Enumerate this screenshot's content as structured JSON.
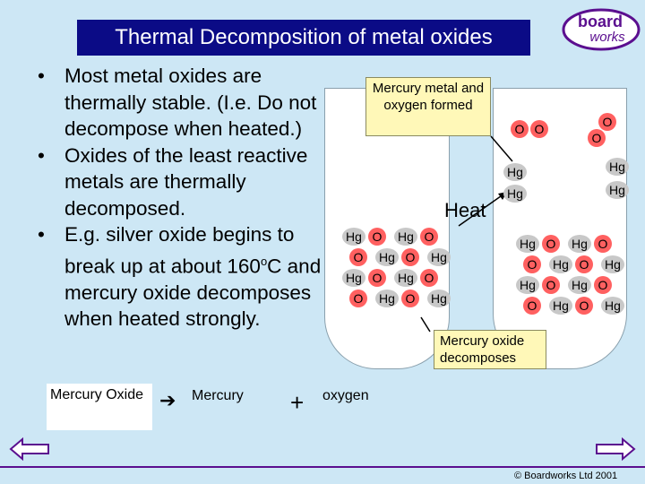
{
  "slide": {
    "title": "Thermal Decomposition of metal oxides",
    "logo": {
      "line1": "board",
      "line2": "works",
      "icon": "boardworks-logo"
    },
    "bullets": {
      "b1": "Most metal oxides are thermally stable. (I.e. Do not decompose when heated.)",
      "b2": "Oxides of the least reactive metals are thermally decomposed.",
      "b3_pre": "E.g. silver oxide begins to break up at about 160",
      "b3_sup": "o",
      "b3_post": "C and mercury oxide decomposes when heated strongly."
    },
    "equation": {
      "reactant": "Mercury Oxide",
      "arrow_icon": "right-arrow-icon",
      "product1": "Mercury",
      "plus": "+",
      "product2": "oxygen"
    },
    "diagram": {
      "callout_top": "Mercury metal and oxygen formed",
      "heat": "Heat",
      "callout_bottom": "Mercury oxide decomposes",
      "hg_label": "Hg",
      "o_label": "O"
    },
    "nav": {
      "back_icon": "back-arrow-icon",
      "forward_icon": "forward-arrow-icon"
    },
    "footer": "© Boardworks Ltd 2001",
    "colors": {
      "background": "#cde7f5",
      "title_bg": "#0b0b86",
      "accent": "#5b0f8f",
      "oxygen": "#ff6060",
      "mercury": "#c8c8c8"
    }
  }
}
